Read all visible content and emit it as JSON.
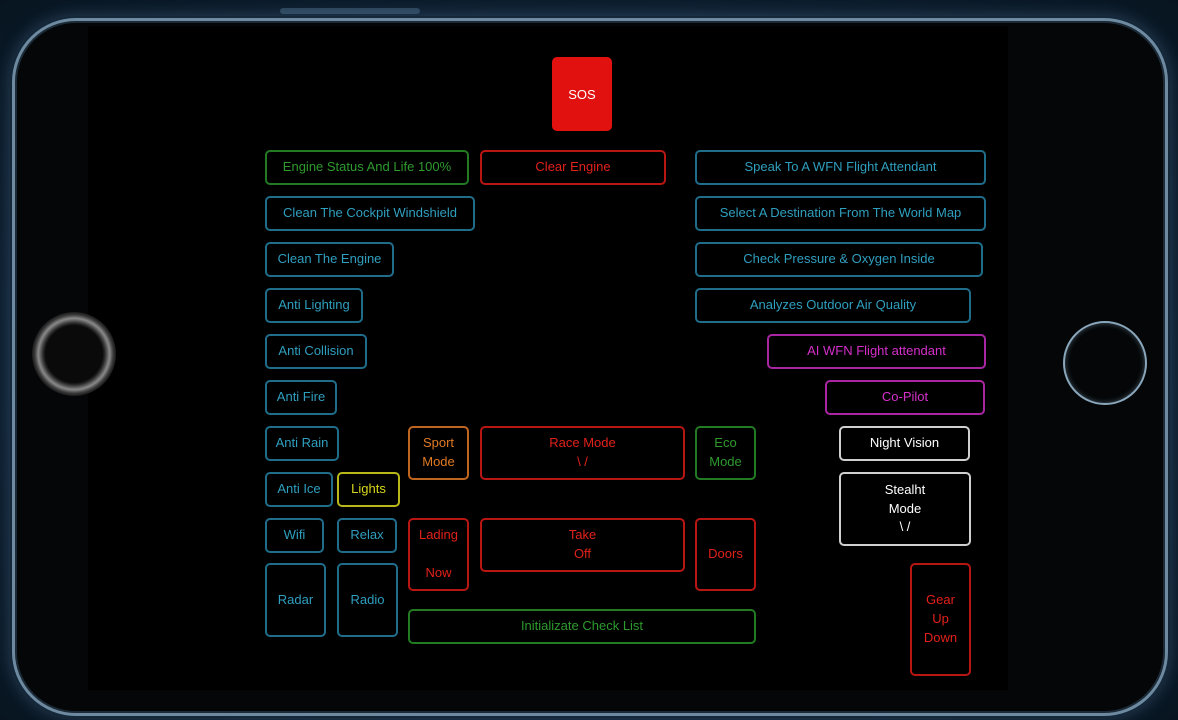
{
  "controls": {
    "sos": "SOS",
    "engine_status": "Engine Status And Life 100%",
    "clear_engine": "Clear Engine",
    "speak_attendant": "Speak  To  A  WFN  Flight  Attendant",
    "clean_windshield": "Clean The Cockpit Windshield",
    "select_destination": "Select A Destination From The World Map",
    "clean_engine": "Clean The Engine",
    "check_pressure": "Check   Pressure   &   Oxygen Inside",
    "anti_lighting": "Anti Lighting",
    "air_quality": "Analyzes    Outdoor   Air   Quality",
    "anti_collision": "Anti Collision",
    "ai_attendant": "AI WFN Flight attendant",
    "anti_fire": "Anti Fire",
    "co_pilot": "Co-Pilot",
    "anti_rain": "Anti Rain",
    "sport_mode": "Sport\nMode",
    "race_mode": "Race Mode\n\\ /",
    "eco_mode": "Eco\nMode",
    "night_vision": "Night   Vision",
    "anti_ice": "Anti  Ice",
    "lights": "Lights",
    "stealth_mode": "Stealht\nMode\n\\ /",
    "wifi": "Wifi",
    "relax": "Relax",
    "landing_now": "Lading\n\nNow",
    "take_off": "Take\nOff",
    "doors": "Doors",
    "radar": "Radar",
    "radio": "Radio",
    "initialize_checklist": "Initializate       Check       List",
    "gear": "Gear\nUp\nDown"
  },
  "colors": {
    "blue": "#2f9fbf",
    "red": "#e2211a",
    "green": "#2e9a2e",
    "orange": "#e07a22",
    "magenta": "#d52fc9",
    "white": "#ffffff",
    "yellow": "#d8d81e",
    "sos_fill": "#e0110f"
  }
}
